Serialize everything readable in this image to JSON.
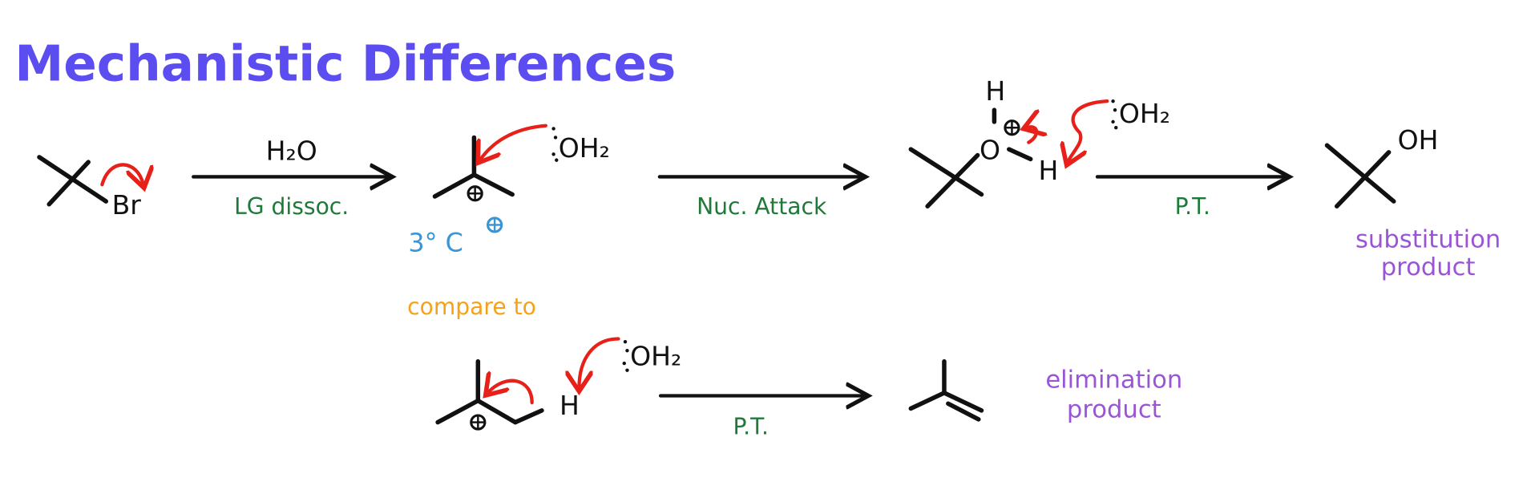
{
  "title": "Mechanistic Differences",
  "colors": {
    "title": "#5b4df0",
    "condition": "#1f7a3a",
    "note": "#3a95d6",
    "compare": "#f5a21a",
    "product": "#9a55d6",
    "arrow": "#e8201a"
  },
  "row1": {
    "substrate_leaving_group": "Br",
    "step1": {
      "reagent": "H₂O",
      "label": "LG dissoc."
    },
    "water": "OH₂",
    "carbocation_note": "3° C",
    "step2": {
      "label": "Nuc. Attack"
    },
    "oxonium": {
      "h_top": "H",
      "o": "O",
      "h_right": "H"
    },
    "water2": "OH₂",
    "step3": {
      "label": "P.T."
    },
    "product_group": "OH",
    "product_label": [
      "substitution",
      "product"
    ]
  },
  "row2": {
    "compare_label": "compare to",
    "h": "H",
    "water": "OH₂",
    "step": {
      "label": "P.T."
    },
    "product_label": [
      "elimination",
      "product"
    ]
  }
}
